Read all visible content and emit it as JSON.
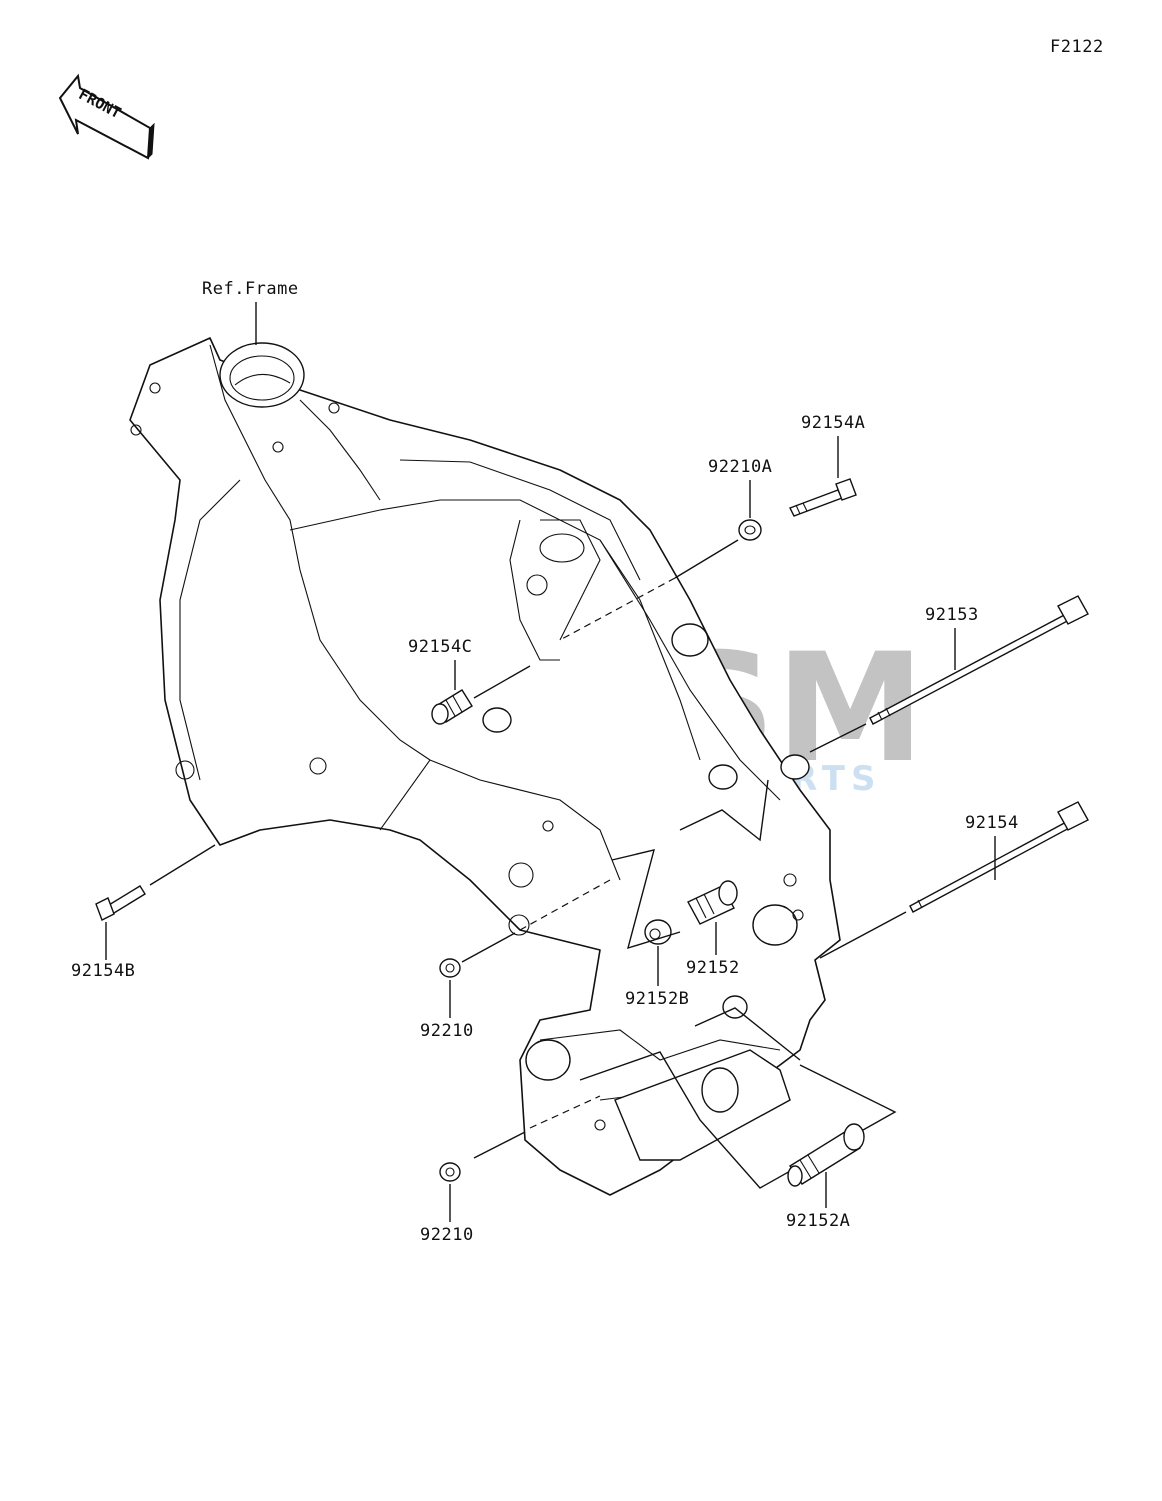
{
  "diagram_code": "F2122",
  "front_label": "FRONT",
  "watermark": {
    "brand": "OSM",
    "subtitle": "MOTORPARTS",
    "color": "#6fa8dc"
  },
  "labels": {
    "ref_frame": "Ref.Frame",
    "p92154A": "92154A",
    "p92210A": "92210A",
    "p92153": "92153",
    "p92154C": "92154C",
    "p92154": "92154",
    "p92154B": "92154B",
    "p92210_upper": "92210",
    "p92152": "92152",
    "p92152B": "92152B",
    "p92210_lower": "92210",
    "p92152A": "92152A"
  }
}
